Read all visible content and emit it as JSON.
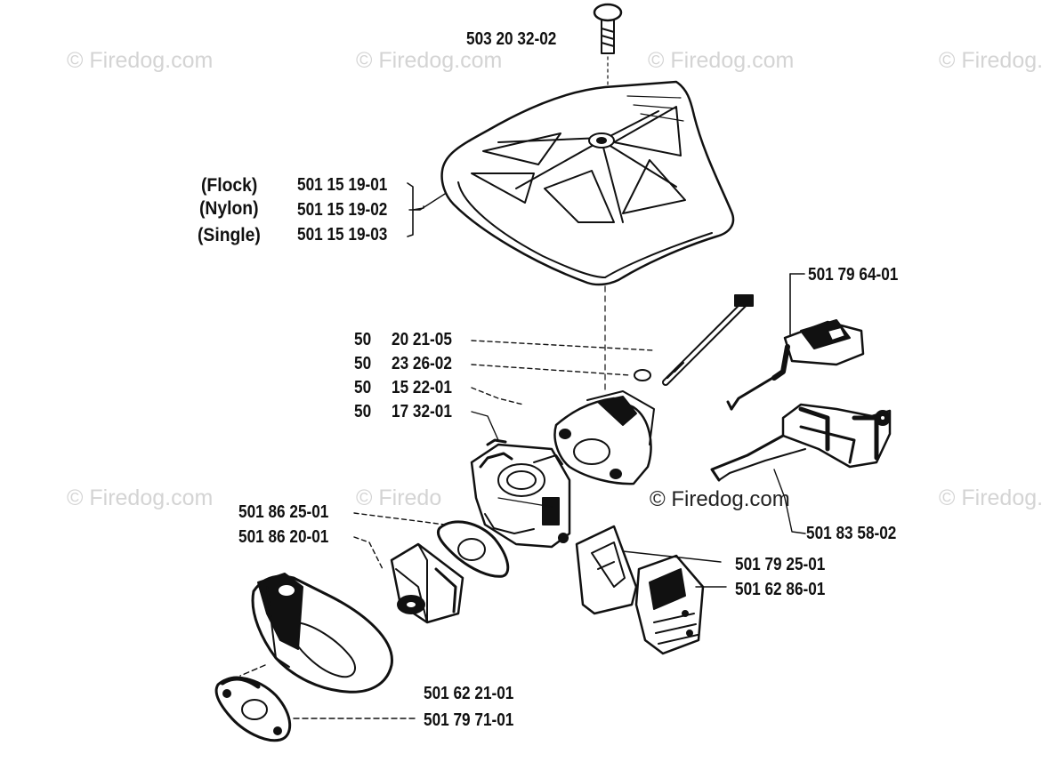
{
  "watermark_text": "© Firedog.com",
  "watermark_short": "© Firedog.",
  "watermark_partial": "© Firedo",
  "parts": {
    "p1": "503 20 32-02",
    "p2": "501 15 19-01",
    "p3": "501 15 19-02",
    "p4": "501 15 19-03",
    "p5": "501 79 64-01",
    "p6": "50",
    "p6b": "20 21-05",
    "p7": "50",
    "p7b": "23 26-02",
    "p8": "50",
    "p8b": "15 22-01",
    "p9": "50",
    "p9b": "17 32-01",
    "p10": "501 86 25-01",
    "p11": "501 86 20-01",
    "p12": "501 83 58-02",
    "p13": "501 79 25-01",
    "p14": "501 62 86-01",
    "p15": "501 62 21-01",
    "p16": "501 79 71-01"
  },
  "variants": {
    "flock": "(Flock)",
    "nylon": "(Nylon)",
    "single": "(Single)"
  },
  "colors": {
    "ink": "#111111",
    "watermark": "#d4d4d4"
  }
}
